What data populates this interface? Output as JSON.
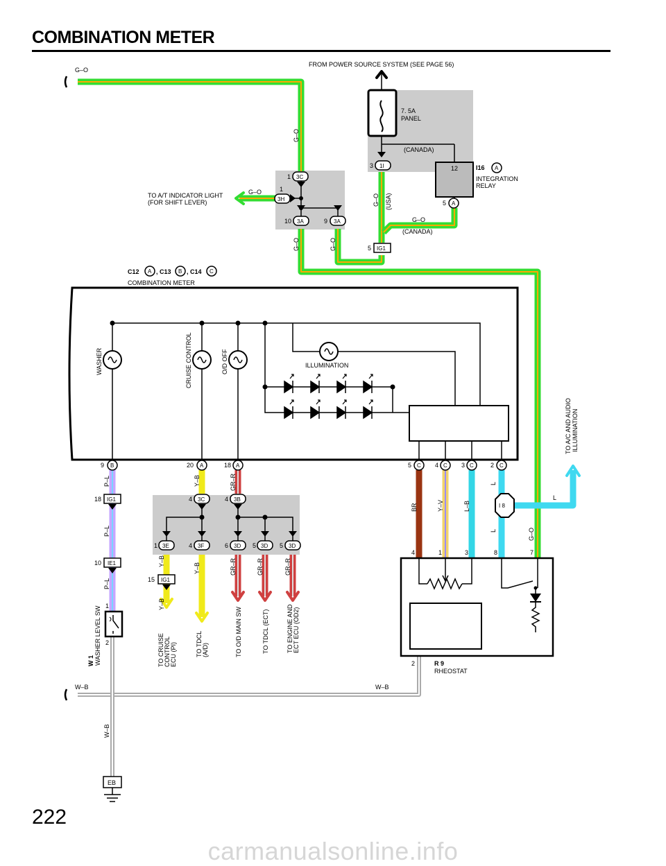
{
  "page": {
    "title": "COMBINATION METER",
    "number": "222",
    "watermark": "carmanualsonline.info"
  },
  "colors": {
    "g_o": "#33dd33",
    "g_o_stripe": "#ffa800",
    "p_l": "#c6a6ff",
    "p_l_stripe": "#77d6ff",
    "y_b": "#f0ea1a",
    "gr_r": "#cf4040",
    "gr_r_stripe": "#dddddd",
    "br": "#9a3412",
    "y_v": "#f2d36b",
    "l_b": "#33d6e6",
    "l": "#3fd9f0",
    "w_b": "#b0b0b0",
    "shade": "#cccccc"
  },
  "labels": {
    "power_source": "FROM POWER SOURCE SYSTEM (SEE PAGE 56)",
    "go": "G–O",
    "pl": "P–L",
    "yb": "Y–B",
    "grr": "GR–R",
    "br": "BR",
    "yv": "Y–V",
    "lb": "L–B",
    "l": "L",
    "wb": "W–B",
    "fuse_amp": "7. 5A",
    "fuse_name": "PANEL",
    "canada": "(CANADA)",
    "usa": "(USA)",
    "i16_code": "I16",
    "i16_name1": "INTEGRATION",
    "i16_name2": "RELAY",
    "at_ind1": "TO A/T INDICATOR LIGHT",
    "at_ind2": "(FOR SHIFT LEVER)",
    "c12": "C12",
    "c13": ", C13",
    "c14": ", C14",
    "comb_meter": "COMBINATION METER",
    "washer": "WASHER",
    "cruise_control": "CRUISE CONTROL",
    "od_off": "O/D OFF",
    "illumination": "ILLUMINATION",
    "ac_audio1": "TO A/C AND AUDIO",
    "ac_audio2": "ILLUMINATION",
    "w1_code": "W 1",
    "w1_name": "WASHER LEVEL SW",
    "r9_code": "R 9",
    "r9_name": "RHEOSTAT",
    "to_cruise1": "TO CRUISE",
    "to_cruise2": "CONTROL",
    "to_cruise3": "ECU (PI)",
    "to_tdcl1": "TO TDCL",
    "to_tdcl2": "(A/D)",
    "to_od_main": "TO O/D MAIN SW",
    "to_tdcl_ect": "TO TDCL (ECT)",
    "to_engine1": "TO ENGINE AND",
    "to_engine2": "ECT ECU (OD2)",
    "ground": "EB",
    "i8": "I 8"
  },
  "connectors": {
    "c3c": "3C",
    "c3h": "3H",
    "c3a": "3A",
    "c1i": "1I",
    "cA": "A",
    "cB": "B",
    "cC": "C",
    "cIG1": "IG1",
    "cIE1": "IE1",
    "c3b": "3B",
    "c3e": "3E",
    "c3f": "3F",
    "c3d": "3D"
  },
  "pins": {
    "p1": "1",
    "p2": "2",
    "p3": "3",
    "p4": "4",
    "p5": "5",
    "p6": "6",
    "p7": "7",
    "p8": "8",
    "p9": "9",
    "p10": "10",
    "p12": "12",
    "p15": "15",
    "p18": "18",
    "p20": "20"
  }
}
